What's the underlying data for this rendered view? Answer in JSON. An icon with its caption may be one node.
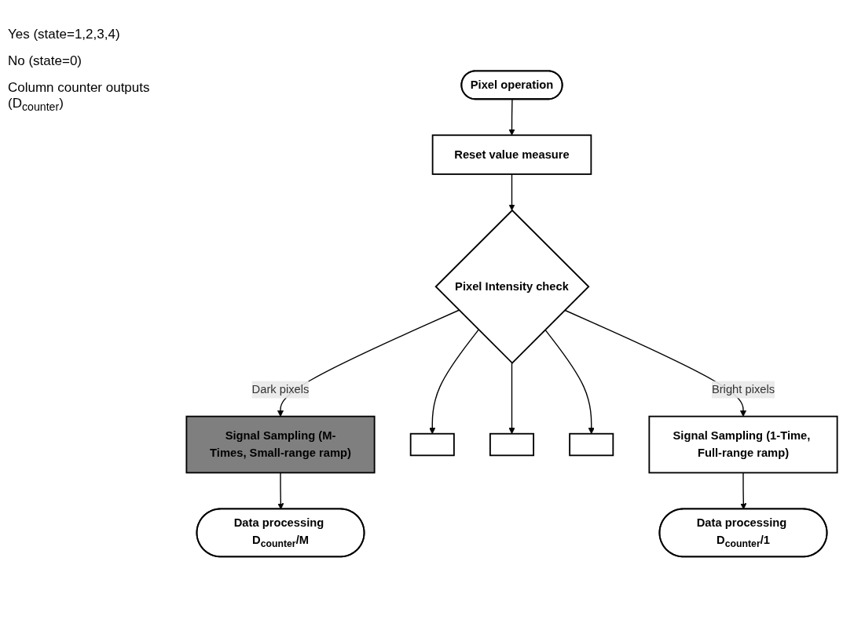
{
  "diagram": {
    "nodes": [
      {
        "text": [
          "Pixel operation"
        ]
      },
      {
        "text": [
          "Reset value measure"
        ]
      },
      {
        "text": [
          "Pixel Intensity check"
        ]
      },
      {
        "text": [
          "Signal Sampling (M-Times, Small-range ramp)"
        ]
      },
      {
        "text": [],
        "shape": "box"
      },
      {
        "text": [],
        "shape": "box"
      },
      {
        "text": [],
        "shape": "box"
      },
      {
        "text": [
          "Signal Sampling (1-Time, Full-range ramp)"
        ]
      },
      {
        "text": [
          "Data processing D$_{counter}$/M"
        ]
      },
      {
        "text": [
          "Data processing D$_{counter}$/1"
        ]
      }
    ],
    "edges": [
      {
        "from": 0,
        "to": 1,
        "arrow": "to"
      },
      {
        "from": 1,
        "to": 2,
        "arrow": "to"
      },
      {
        "from": 2,
        "to": 3,
        "arrow": "to",
        "label": "Dark pixels"
      },
      {
        "from": 2,
        "to": 4,
        "arrow": "to"
      },
      {
        "from": 2,
        "to": 5,
        "arrow": "to"
      },
      {
        "from": 2,
        "to": 6,
        "arrow": "to"
      },
      {
        "from": 2,
        "to": 7,
        "arrow": "to",
        "label": "Bright pixels"
      },
      {
        "from": 3,
        "to": 8,
        "arrow": "to"
      },
      {
        "from": 7,
        "to": 9,
        "arrow": "to"
      }
    ],
    "labels": [
      "Yes (state=1,2,3,4)",
      "No (state=0)",
      "Column counter outputs (D$_{counter}$)"
    ]
  }
}
